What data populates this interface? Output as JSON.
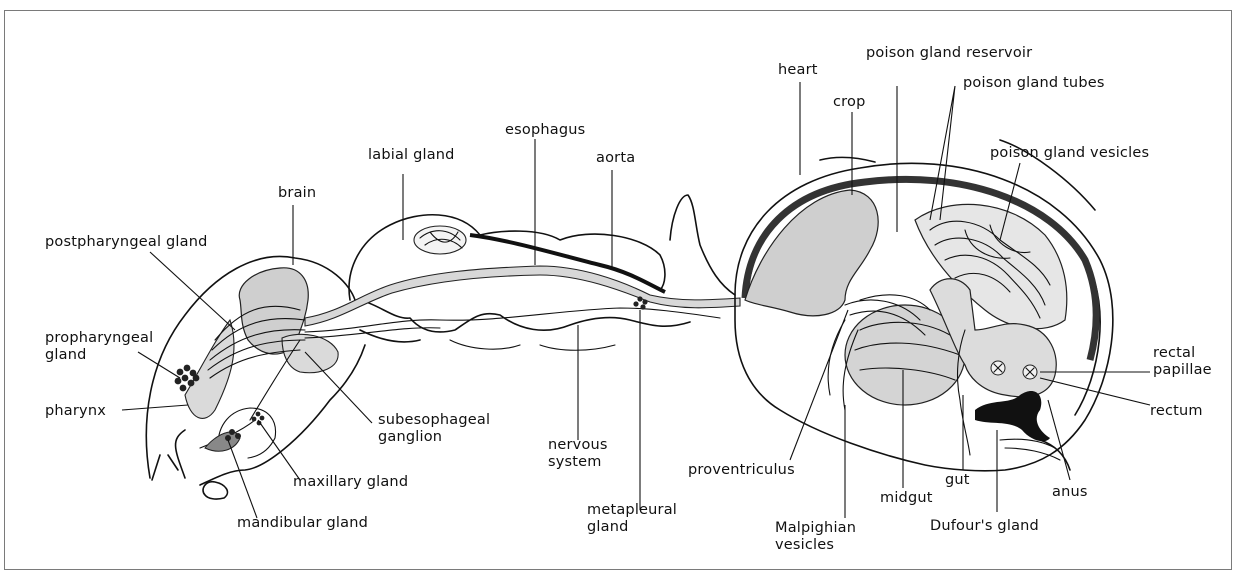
{
  "labels": {
    "heart": "heart",
    "poison_gland_reservoir": "poison gland reservoir",
    "poison_gland_tubes": "poison gland tubes",
    "crop": "crop",
    "esophagus": "esophagus",
    "labial_gland": "labial gland",
    "aorta": "aorta",
    "poison_gland_vesicles": "poison gland vesicles",
    "brain": "brain",
    "postpharyngeal_gland": "postpharyngeal gland",
    "propharyngeal_gland": "propharyngeal\ngland",
    "pharynx": "pharynx",
    "subesophageal_ganglion": "subesophageal\nganglion",
    "maxillary_gland": "maxillary gland",
    "mandibular_gland": "mandibular gland",
    "nervous_system": "nervous\nsystem",
    "metapleural_gland": "metapleural\ngland",
    "proventriculus": "proventriculus",
    "malpighian_vesicles": "Malpighian\nvesicles",
    "midgut": "midgut",
    "gut": "gut",
    "dufours_gland": "Dufour's gland",
    "anus": "anus",
    "rectum": "rectum",
    "rectal_papillae": "rectal\npapillae"
  }
}
